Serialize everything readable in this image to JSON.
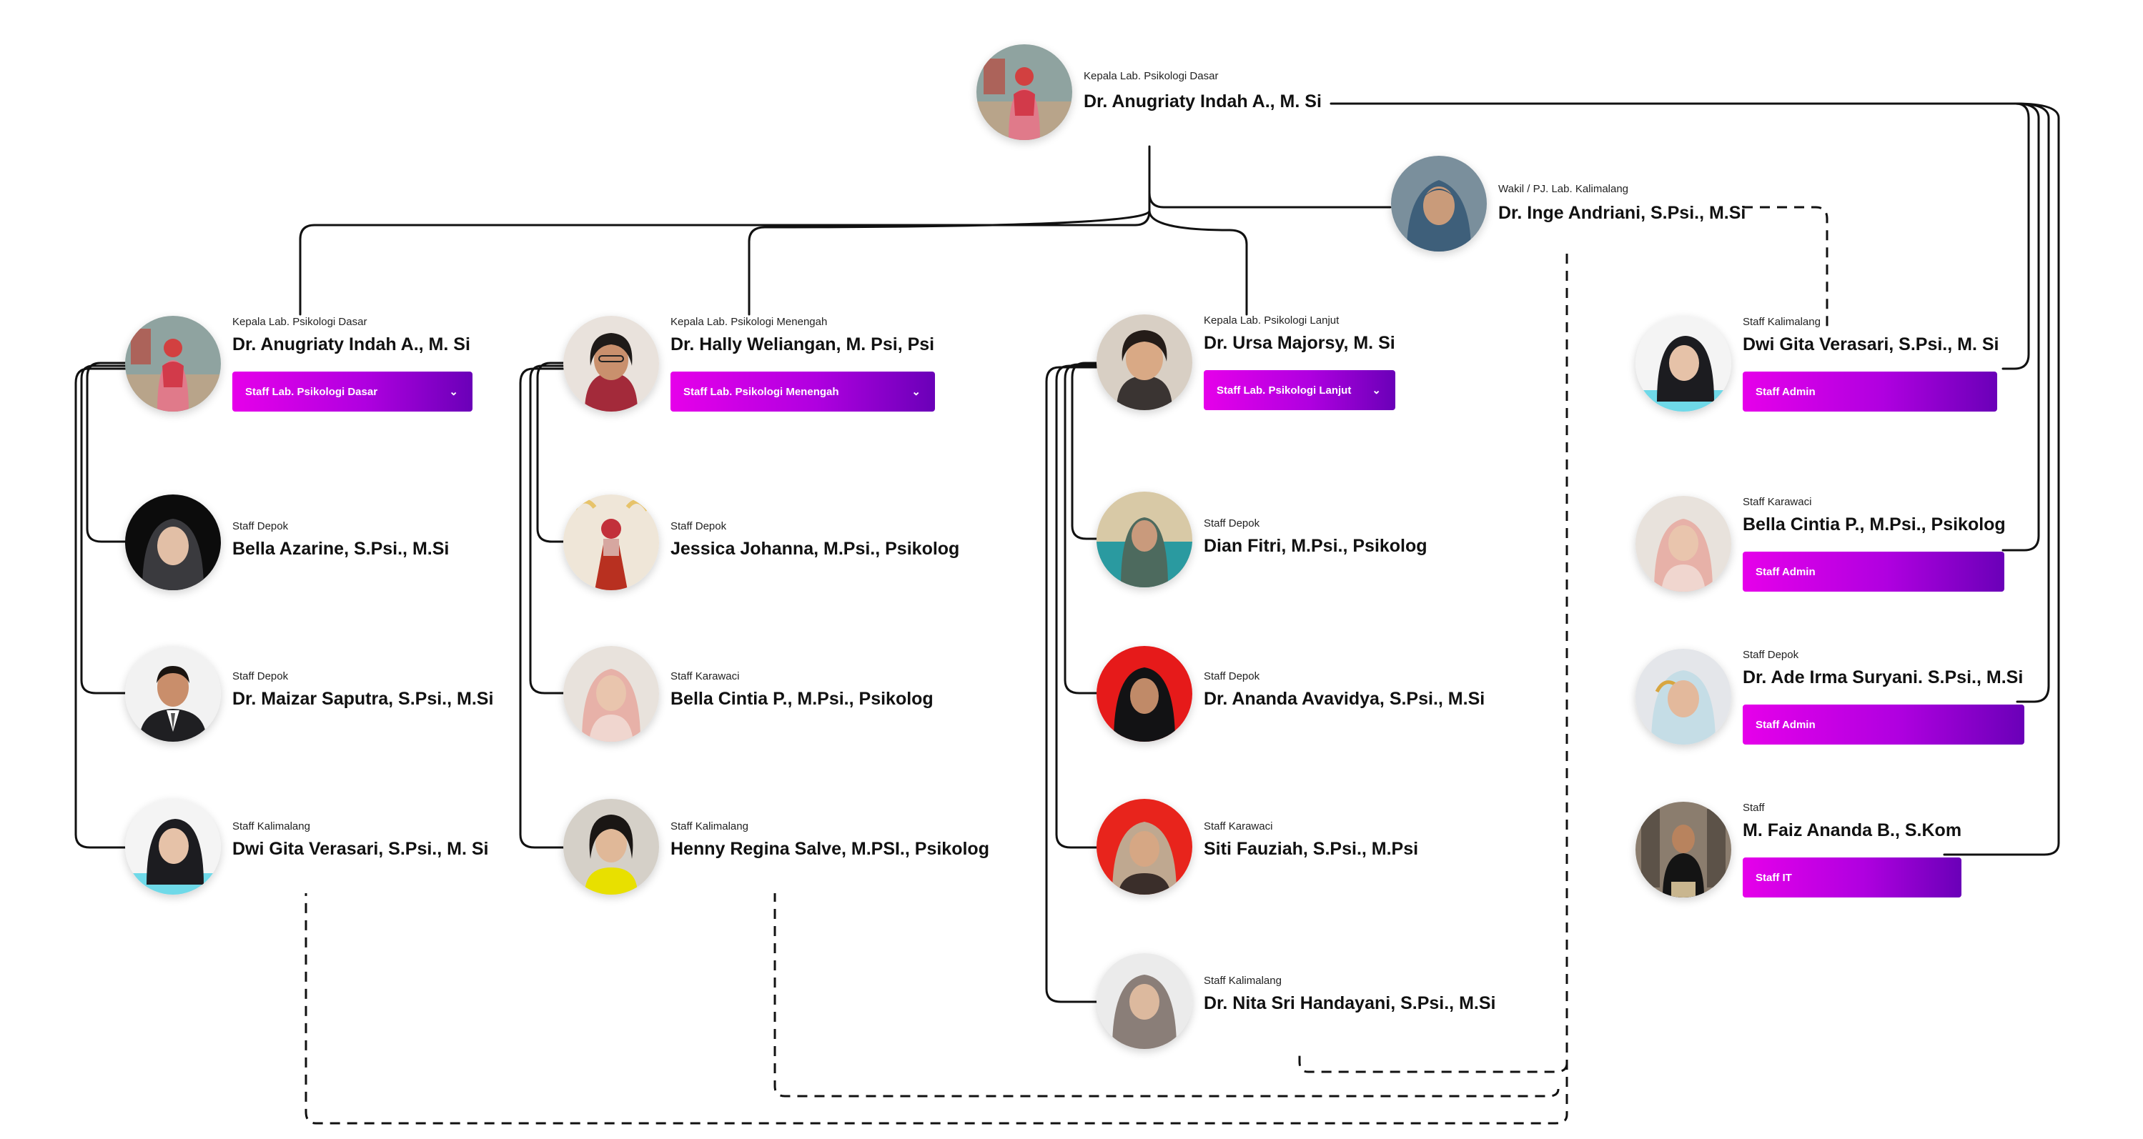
{
  "theme": {
    "badge_gradient": [
      "#e600ea",
      "#b000e0",
      "#6a00b8"
    ],
    "line_color": "#111111"
  },
  "nodes": {
    "head": {
      "role": "Kepala Lab. Psikologi Dasar",
      "name": "Dr. Anugriaty Indah A., M. Si"
    },
    "deputy": {
      "role": "Wakil / PJ. Lab. Kalimalang",
      "name": "Dr. Inge Andriani, S.Psi., M.Si"
    },
    "dasar_head": {
      "role": "Kepala Lab. Psikologi Dasar",
      "name": "Dr. Anugriaty Indah A., M. Si",
      "badge": "Staff Lab. Psikologi Dasar",
      "chevron": "chevron-down-icon"
    },
    "menengah_head": {
      "role": "Kepala Lab. Psikologi Menengah",
      "name": "Dr. Hally Weliangan, M. Psi, Psi",
      "badge": "Staff Lab. Psikologi Menengah",
      "chevron": "chevron-down-icon"
    },
    "lanjut_head": {
      "role": "Kepala Lab. Psikologi Lanjut",
      "name": "Dr. Ursa Majorsy, M. Si",
      "badge": "Staff Lab. Psikologi Lanjut",
      "chevron": "chevron-down-icon"
    },
    "dasar_1": {
      "role": "Staff Depok",
      "name": "Bella Azarine, S.Psi., M.Si"
    },
    "dasar_2": {
      "role": "Staff Depok",
      "name": "Dr. Maizar Saputra, S.Psi., M.Si"
    },
    "dasar_3": {
      "role": "Staff Kalimalang",
      "name": "Dwi Gita Verasari, S.Psi., M. Si"
    },
    "menengah_1": {
      "role": "Staff Depok",
      "name": "Jessica Johanna, M.Psi., Psikolog"
    },
    "menengah_2": {
      "role": "Staff Karawaci",
      "name": "Bella Cintia P., M.Psi., Psikolog"
    },
    "menengah_3": {
      "role": "Staff Kalimalang",
      "name": "Henny Regina Salve, M.PSI., Psikolog"
    },
    "lanjut_1": {
      "role": "Staff Depok",
      "name": "Dian Fitri, M.Psi., Psikolog"
    },
    "lanjut_2": {
      "role": "Staff Depok",
      "name": "Dr. Ananda Avavidya, S.Psi., M.Si"
    },
    "lanjut_3": {
      "role": "Staff Karawaci",
      "name": "Siti Fauziah, S.Psi., M.Psi"
    },
    "lanjut_4": {
      "role": "Staff Kalimalang",
      "name": "Dr. Nita Sri Handayani, S.Psi., M.Si"
    },
    "admin_1": {
      "role": "Staff Kalimalang",
      "name": "Dwi Gita Verasari, S.Psi., M. Si",
      "badge": "Staff Admin"
    },
    "admin_2": {
      "role": "Staff Karawaci",
      "name": "Bella Cintia P., M.Psi., Psikolog",
      "badge": "Staff Admin"
    },
    "admin_3": {
      "role": "Staff Depok",
      "name": "Dr. Ade Irma Suryani. S.Psi., M.Si",
      "badge": "Staff Admin"
    },
    "it_1": {
      "role": "Staff",
      "name": "M. Faiz Ananda B., S.Kom",
      "badge": "Staff IT"
    }
  }
}
